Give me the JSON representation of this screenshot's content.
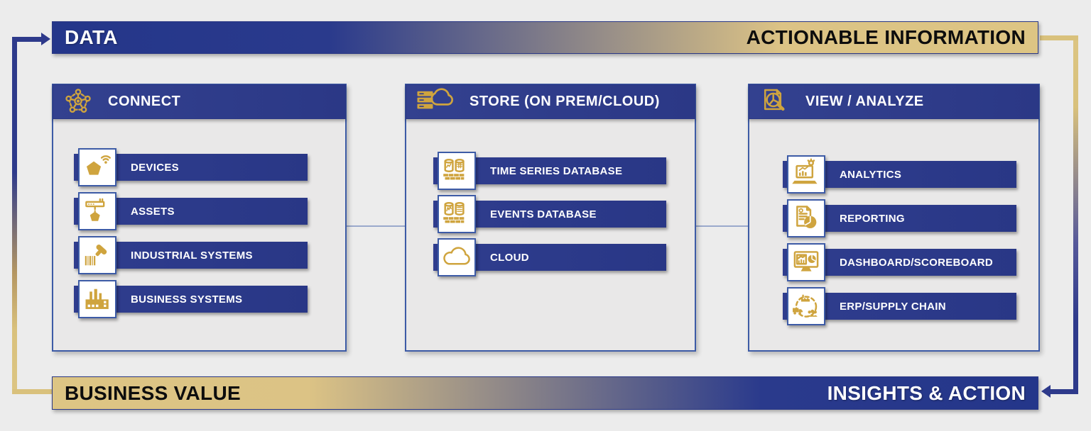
{
  "banners": {
    "top_left": "DATA",
    "top_right": "ACTIONABLE INFORMATION",
    "bottom_left": "BUSINESS VALUE",
    "bottom_right": "INSIGHTS & ACTION"
  },
  "panels": [
    {
      "title": "CONNECT",
      "icon": "network-icon",
      "items": [
        {
          "label": "DEVICES",
          "icon": "device-pentagon-wifi-icon"
        },
        {
          "label": "ASSETS",
          "icon": "asset-gateway-icon"
        },
        {
          "label": "INDUSTRIAL SYSTEMS",
          "icon": "barcode-scanner-icon"
        },
        {
          "label": "BUSINESS SYSTEMS",
          "icon": "factory-icon"
        }
      ]
    },
    {
      "title": "STORE (ON PREM/CLOUD)",
      "icon": "server-cloud-icon",
      "items": [
        {
          "label": "TIME SERIES DATABASE",
          "icon": "time-series-database-icon"
        },
        {
          "label": "EVENTS DATABASE",
          "icon": "events-database-icon"
        },
        {
          "label": "CLOUD",
          "icon": "cloud-icon"
        }
      ]
    },
    {
      "title": "VIEW / ANALYZE",
      "icon": "document-magnifier-icon",
      "items": [
        {
          "label": "ANALYTICS",
          "icon": "laptop-analytics-icon"
        },
        {
          "label": "REPORTING",
          "icon": "report-pie-icon"
        },
        {
          "label": "DASHBOARD/SCOREBOARD",
          "icon": "monitor-dashboard-icon"
        },
        {
          "label": "ERP/SUPPLY CHAIN",
          "icon": "supply-chain-cycle-icon"
        }
      ]
    }
  ],
  "colors": {
    "navy": "#2C3A8C",
    "gold_banner": "#DCC385",
    "gold_icon": "#CFA43E",
    "panel_border": "#3D5BA6",
    "background": "#ECECEC"
  }
}
